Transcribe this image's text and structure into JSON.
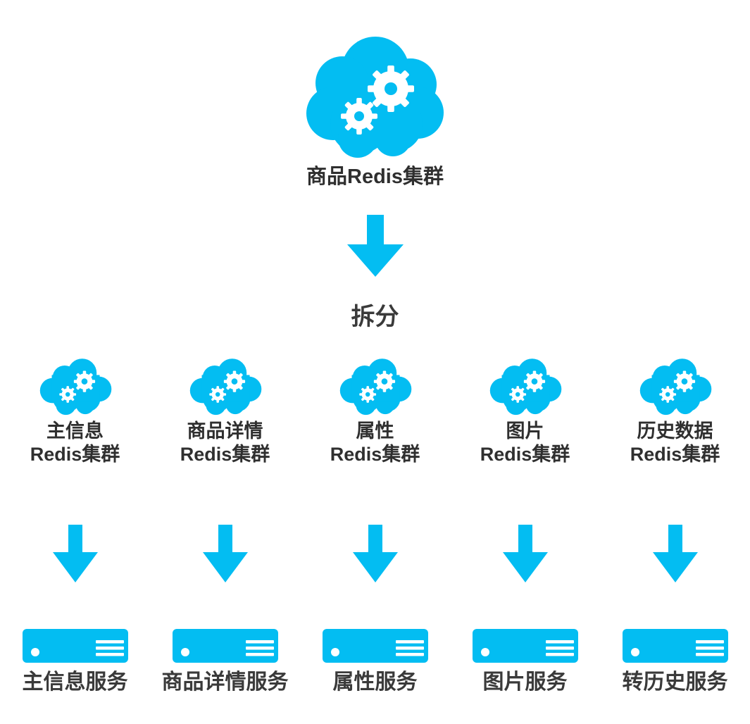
{
  "theme": {
    "accent": "#03BDF2",
    "text": "#333333",
    "background": "#FFFFFF"
  },
  "top": {
    "icon": "cloud-gears-icon",
    "label": "商品Redis集群"
  },
  "split": {
    "arrow_icon": "arrow-down-icon",
    "label": "拆分"
  },
  "clusters": [
    {
      "icon": "cloud-gears-icon",
      "name": "主信息",
      "type": "Redis集群"
    },
    {
      "icon": "cloud-gears-icon",
      "name": "商品详情",
      "type": "Redis集群"
    },
    {
      "icon": "cloud-gears-icon",
      "name": "属性",
      "type": "Redis集群"
    },
    {
      "icon": "cloud-gears-icon",
      "name": "图片",
      "type": "Redis集群"
    },
    {
      "icon": "cloud-gears-icon",
      "name": "历史数据",
      "type": "Redis集群"
    }
  ],
  "arrows": [
    {
      "icon": "arrow-down-icon"
    },
    {
      "icon": "arrow-down-icon"
    },
    {
      "icon": "arrow-down-icon"
    },
    {
      "icon": "arrow-down-icon"
    },
    {
      "icon": "arrow-down-icon"
    }
  ],
  "services": [
    {
      "icon": "server-icon",
      "label": "主信息服务"
    },
    {
      "icon": "server-icon",
      "label": "商品详情服务"
    },
    {
      "icon": "server-icon",
      "label": "属性服务"
    },
    {
      "icon": "server-icon",
      "label": "图片服务"
    },
    {
      "icon": "server-icon",
      "label": "转历史服务"
    }
  ]
}
